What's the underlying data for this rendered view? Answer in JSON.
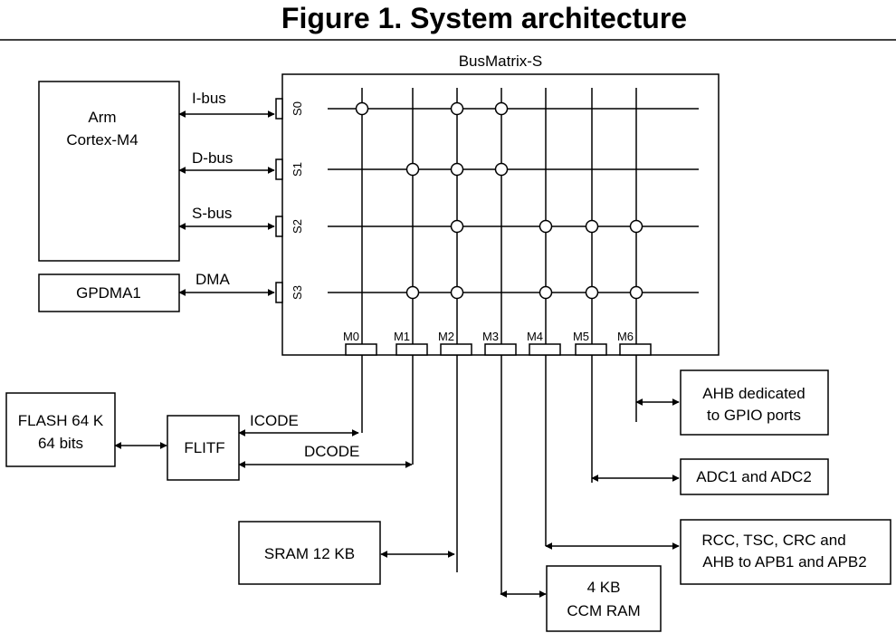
{
  "title": "Figure 1. System architecture",
  "matrix": {
    "label": "BusMatrix-S",
    "slaves": [
      "S0",
      "S1",
      "S2",
      "S3"
    ],
    "masters": [
      "M0",
      "M1",
      "M2",
      "M3",
      "M4",
      "M5",
      "M6"
    ],
    "connections": [
      {
        "slave": "S0",
        "masters": [
          "M0",
          "M2",
          "M3"
        ]
      },
      {
        "slave": "S1",
        "masters": [
          "M1",
          "M2",
          "M3"
        ]
      },
      {
        "slave": "S2",
        "masters": [
          "M2",
          "M4",
          "M5",
          "M6"
        ]
      },
      {
        "slave": "S3",
        "masters": [
          "M1",
          "M2",
          "M4",
          "M5",
          "M6"
        ]
      }
    ]
  },
  "blocks": {
    "cpu": [
      "Arm",
      "Cortex-M4"
    ],
    "gpdma": "GPDMA1",
    "flash": [
      "FLASH 64 K",
      "64 bits"
    ],
    "flitf": "FLITF",
    "sram": "SRAM 12 KB",
    "ccm": [
      "4 KB",
      "CCM RAM"
    ],
    "ahb_gpio": [
      "AHB dedicated",
      "to GPIO ports"
    ],
    "adc": "ADC1 and ADC2",
    "rcc": [
      "RCC, TSC, CRC and",
      "AHB to APB1 and APB2"
    ]
  },
  "buses": {
    "ibus": "I-bus",
    "dbus": "D-bus",
    "sbus": "S-bus",
    "dma": "DMA",
    "icode": "ICODE",
    "dcode": "DCODE"
  }
}
